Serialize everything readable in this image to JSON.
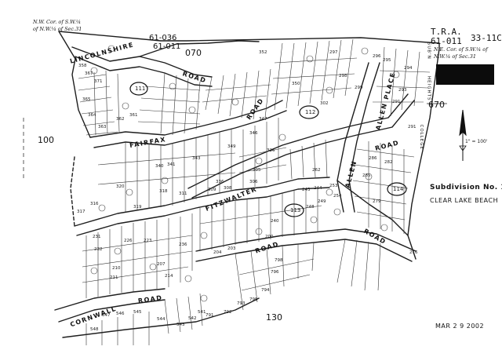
{
  "header": {
    "tra_label": "T.R.A.",
    "tra_code": "61-011",
    "book_code": "33-11C",
    "corner_note_nw": [
      "N.W. Cor. of S.W.¼",
      "of N.W.¼ of Sec.31"
    ],
    "corner_note_ne": [
      "N.E. Cor. of S.W.¼ of",
      "N.W.¼ of Sec.31"
    ]
  },
  "tra_codes": {
    "top_a": "61-036",
    "top_b": "61-011"
  },
  "map_books": {
    "b070": "070",
    "b670": "670",
    "b100": "100",
    "b130": "130"
  },
  "roads": {
    "lincolnshire": "LINCOLNSHIRE",
    "road_a": "ROAD",
    "road_b": "ROAD",
    "fairfax": "FAIRFAX",
    "fitzwalter": "FITZWALTER",
    "road_c": "ROAD",
    "cornwall": "CORNWALL",
    "road_d": "ROAD",
    "allen_place": "ALLEN PLACE",
    "road_e": "ROAD",
    "allen": "ALLEN",
    "road_f": "ROAD"
  },
  "blocks": {
    "b111": "111",
    "b112": "112",
    "b113": "113",
    "b114": "114"
  },
  "subdivision": {
    "line1": "Subdivision  No. 1",
    "line2": "CLEAR  LAKE  BEACH"
  },
  "side_labels": {
    "heights": "HEIGHTS",
    "college": "COLLEGE",
    "subn": "SUB'N"
  },
  "north_arrow": {
    "scale_note": "1\" = 100'"
  },
  "stamp": {
    "date": "MAR 2 9 2002"
  },
  "lots": {
    "l358": "358",
    "l371": "371",
    "l365": "365",
    "l364": "364",
    "l362": "362",
    "l361": "361",
    "l363": "363",
    "l367": "367",
    "l352": "352",
    "l350": "350",
    "l347": "347",
    "l346": "346",
    "l326": "326",
    "l302": "302",
    "l298": "298",
    "l294": "294",
    "l291": "291",
    "l282": "282",
    "l286": "286",
    "l291b": "291",
    "l340": "340",
    "l341": "341",
    "l343": "343",
    "l349": "349",
    "l336": "336",
    "l305": "305",
    "l306": "306",
    "l309": "309",
    "l308": "308",
    "l318": "318",
    "l316": "316",
    "l311": "311",
    "l317": "317",
    "l319": "319",
    "l320": "320",
    "l249": "249",
    "l248": "248",
    "l243": "243",
    "l244": "244",
    "l240": "240",
    "l236": "236",
    "l200": "200",
    "l203": "203",
    "l204": "204",
    "l207": "207",
    "l210": "210",
    "l211": "211",
    "l214": "214",
    "l223": "223",
    "l226": "226",
    "l231": "231",
    "l232": "232",
    "l253": "253",
    "l254": "254",
    "l262": "262",
    "l279": "279",
    "l285": "285",
    "l296": "296",
    "l297": "297",
    "l295": "295",
    "l299": "299",
    "l293": "293",
    "l798": "798",
    "l796": "796",
    "l794": "794",
    "l795": "795",
    "l792": "792",
    "l793": "793",
    "l791": "791",
    "l546": "546",
    "l547": "547",
    "l545": "545",
    "l548": "548",
    "l544": "544",
    "l543": "543",
    "l542": "542",
    "l541": "541",
    "l216": "216"
  }
}
